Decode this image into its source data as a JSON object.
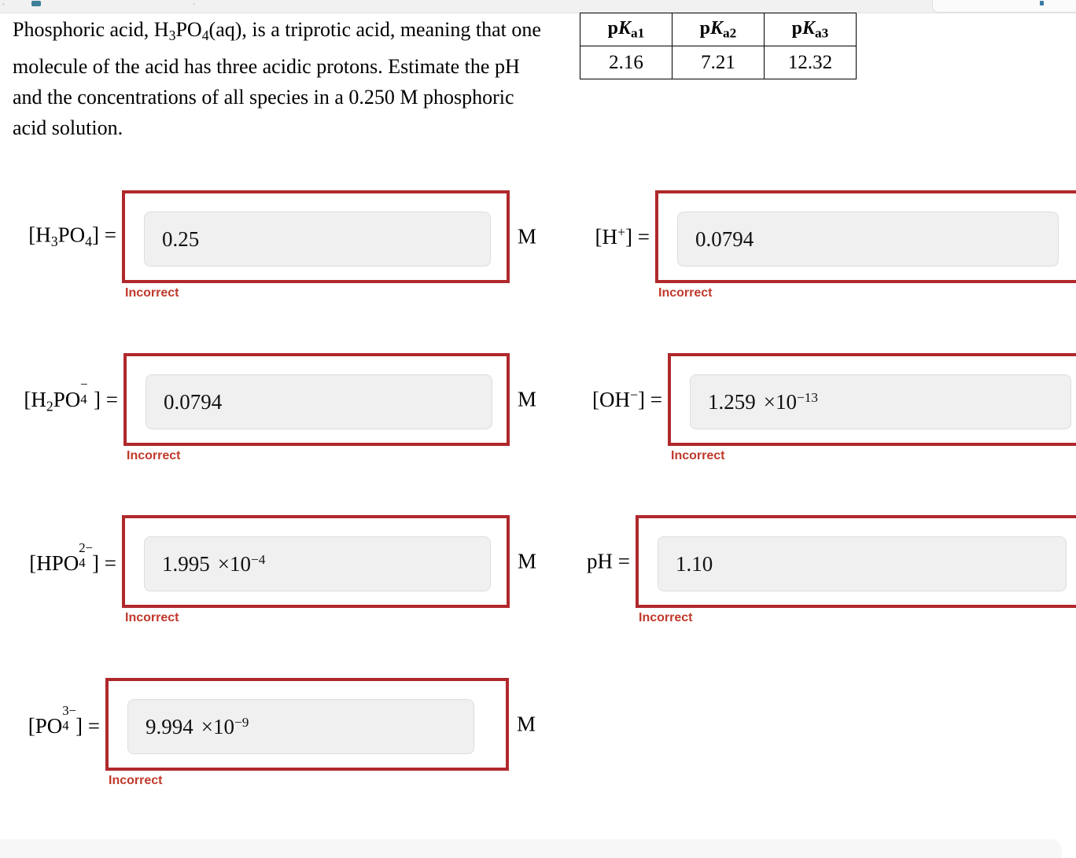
{
  "browser_chrome": {
    "present": true
  },
  "problem": {
    "text_part1": "Phosphoric acid, H",
    "sub1": "3",
    "text_part2": "PO",
    "sub2": "4",
    "text_part3": "(aq), is a triprotic acid, meaning that one molecule of the acid has three acidic protons. Estimate the pH and the concentrations of all species in a 0.250 M phosphoric acid solution.",
    "full_text": "Phosphoric acid, H3PO4(aq), is a triprotic acid, meaning that one molecule of the acid has three acidic protons. Estimate the pH and the concentrations of all species in a 0.250 M phosphoric acid solution.",
    "concentration": "0.250 M"
  },
  "pka_table": {
    "headers": [
      {
        "prefix": "p",
        "symbol": "K",
        "sub": "a1"
      },
      {
        "prefix": "p",
        "symbol": "K",
        "sub": "a2"
      },
      {
        "prefix": "p",
        "symbol": "K",
        "sub": "a3"
      }
    ],
    "values": [
      "2.16",
      "7.21",
      "12.32"
    ]
  },
  "status_label": "Incorrect",
  "unit_label": "M",
  "equals": "=",
  "colors": {
    "error_border": "#b0282c",
    "error_text": "#c0392b",
    "input_bg": "#f0f0f0",
    "input_border": "#dedede",
    "page_bg": "#ffffff"
  },
  "answers": {
    "h3po4": {
      "label_base": "[H",
      "label_sub1": "3",
      "label_mid": "PO",
      "label_sub2": "4",
      "label_end": "] ",
      "value": "0.25",
      "sci_exponent": "",
      "unit": "M",
      "status": "Incorrect"
    },
    "h2po4": {
      "value": "0.0794",
      "sci_exponent": "",
      "unit": "M",
      "status": "Incorrect"
    },
    "hpo4": {
      "value": "1.995",
      "sci_base": "×10",
      "sci_exponent": "−4",
      "unit": "M",
      "status": "Incorrect"
    },
    "po4": {
      "value": "9.994",
      "sci_base": "×10",
      "sci_exponent": "−9",
      "unit": "M",
      "status": "Incorrect"
    },
    "h_plus": {
      "label": "[H",
      "value": "0.0794",
      "sci_exponent": "",
      "status": "Incorrect"
    },
    "oh_minus": {
      "value": "1.259",
      "sci_base": "×10",
      "sci_exponent": "−13",
      "status": "Incorrect"
    },
    "ph": {
      "label": "pH",
      "value": "1.10",
      "sci_exponent": "",
      "status": "Incorrect"
    }
  }
}
